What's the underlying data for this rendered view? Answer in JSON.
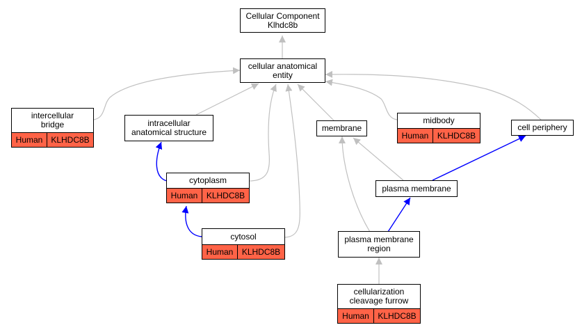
{
  "nodes": {
    "root": {
      "label": "Cellular Component\nKlhdc8b"
    },
    "cae": {
      "label": "cellular anatomical\nentity"
    },
    "intercellular_bridge": {
      "label": "intercellular\nbridge",
      "species": "Human",
      "gene": "KLHDC8B"
    },
    "intracellular": {
      "label": "intracellular\nanatomical structure"
    },
    "membrane": {
      "label": "membrane"
    },
    "midbody": {
      "label": "midbody",
      "species": "Human",
      "gene": "KLHDC8B"
    },
    "cell_periphery": {
      "label": "cell periphery"
    },
    "cytoplasm": {
      "label": "cytoplasm",
      "species": "Human",
      "gene": "KLHDC8B"
    },
    "plasma_membrane": {
      "label": "plasma membrane"
    },
    "cytosol": {
      "label": "cytosol",
      "species": "Human",
      "gene": "KLHDC8B"
    },
    "pm_region": {
      "label": "plasma membrane\nregion"
    },
    "furrow": {
      "label": "cellularization\ncleavage furrow",
      "species": "Human",
      "gene": "KLHDC8B"
    }
  },
  "colors": {
    "annotation": "#ff6347",
    "is_a_edge": "#c0c0c0",
    "part_of_edge": "#0000ff"
  }
}
